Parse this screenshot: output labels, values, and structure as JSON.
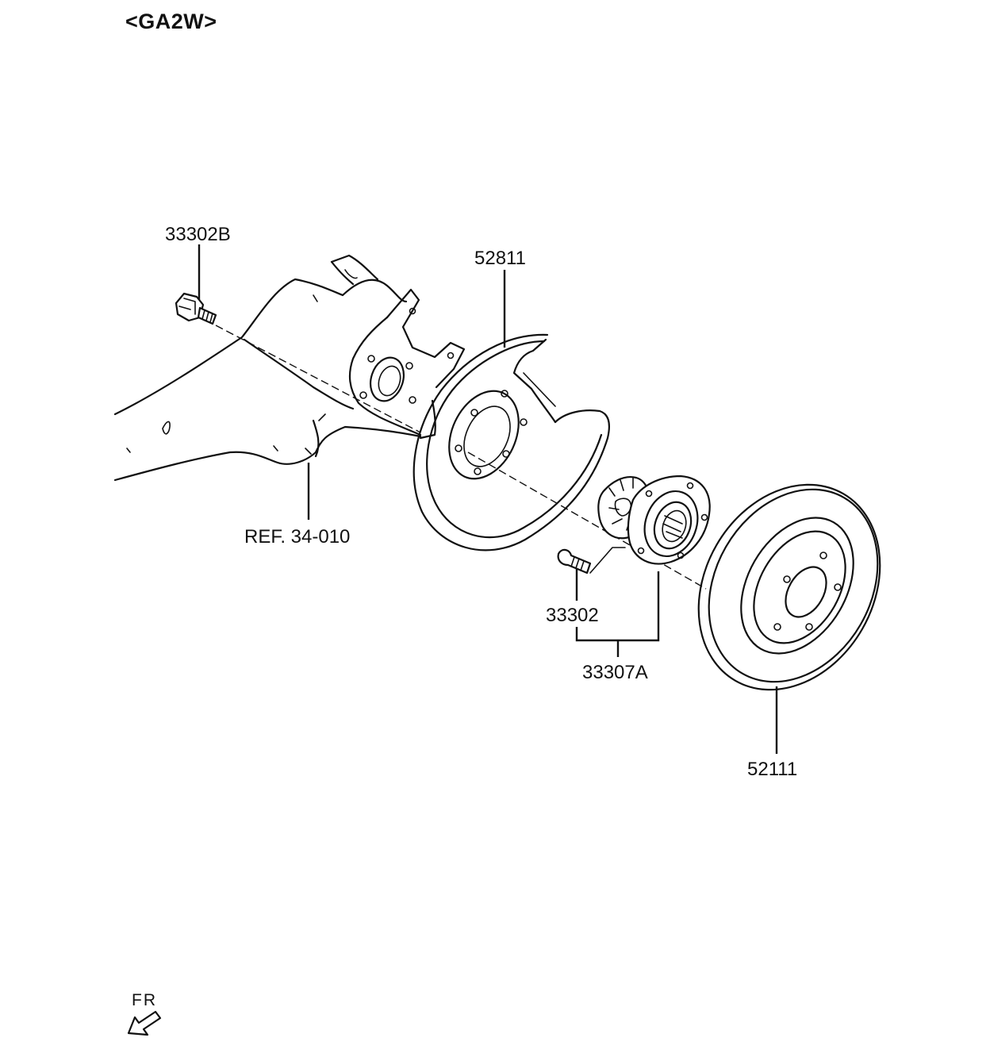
{
  "title": "<GA2W>",
  "labels": {
    "bolt_b": "33302B",
    "dust_cover": "52811",
    "reference": "REF. 34-010",
    "hub_bolt": "33302",
    "hub_assembly": "33307A",
    "disc": "52111"
  },
  "direction": {
    "text": "FR",
    "icon": "arrow-down-left-icon"
  },
  "colors": {
    "line": "#111111",
    "background": "#ffffff"
  }
}
